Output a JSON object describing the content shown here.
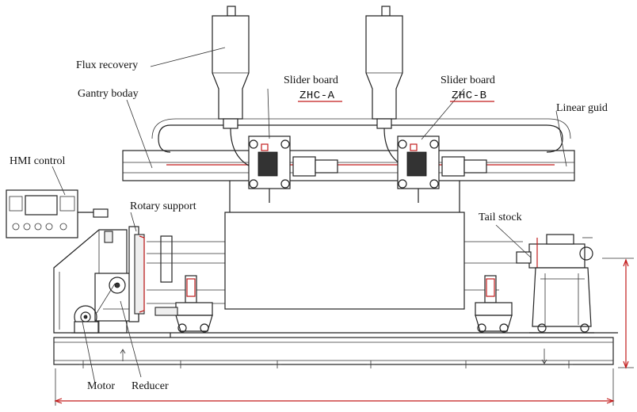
{
  "labels": {
    "flux_recovery": "Flux recovery",
    "gantry_body": "Gantry boday",
    "slider_board_a": "Slider board",
    "slider_board_a_code": "ZHC-A",
    "slider_board_b": "Slider board",
    "slider_board_b_code": "ZHC-B",
    "linear_guide": "Linear guid",
    "hmi_control": "HMI control",
    "rotary_support": "Rotary support",
    "tail_stock": "Tail stock",
    "motor": "Motor",
    "reducer": "Reducer"
  },
  "colors": {
    "line": "#222222",
    "accent_red": "#c21b1b",
    "background": "#ffffff"
  }
}
